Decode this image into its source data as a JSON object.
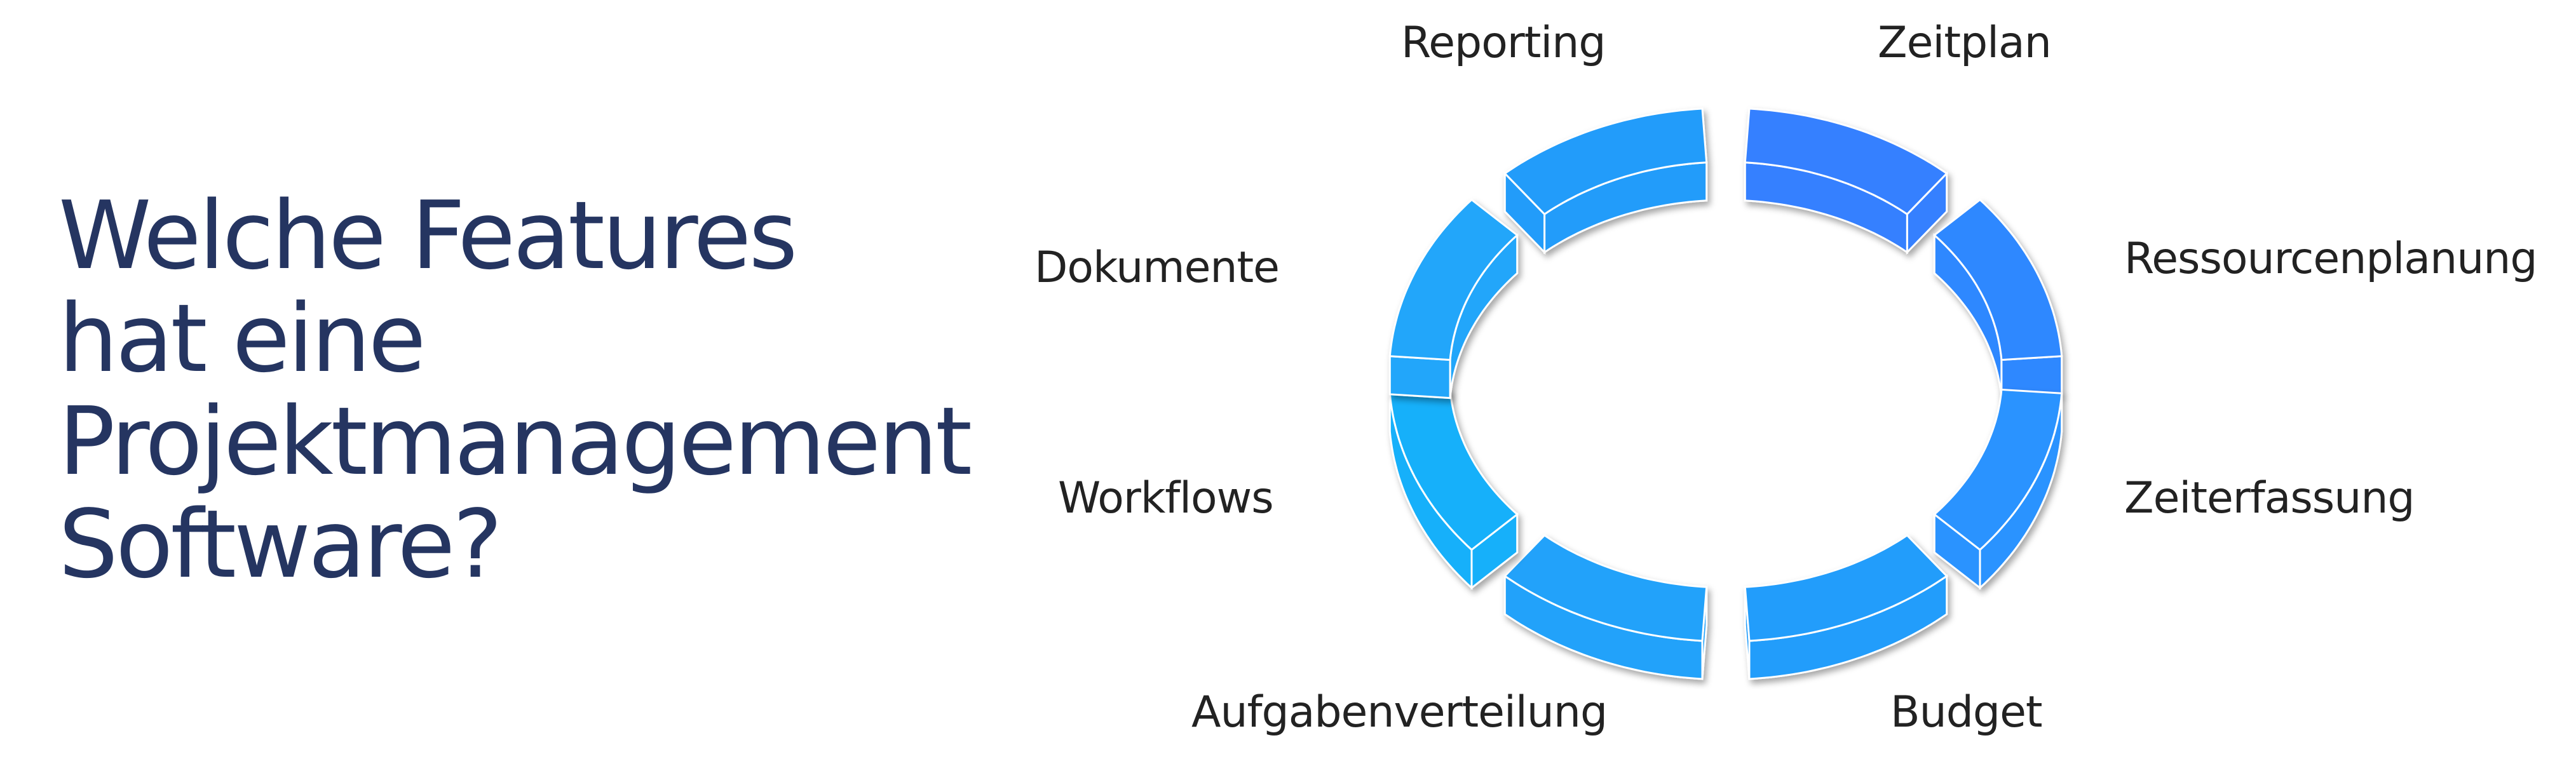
{
  "title": {
    "lines": [
      "Welche Features",
      "hat eine",
      "Projektmanagement",
      "Software?"
    ],
    "color": "#253561"
  },
  "cycle": {
    "items": [
      {
        "label": "Zeitplan",
        "color": "#3580FF"
      },
      {
        "label": "Ressourcenplanung",
        "color": "#2F88FF"
      },
      {
        "label": "Zeiterfassung",
        "color": "#2A93FF"
      },
      {
        "label": "Budget",
        "color": "#239DFB"
      },
      {
        "label": "Aufgabenverteilung",
        "color": "#24A2FA"
      },
      {
        "label": "Workflows",
        "color": "#16B0FA"
      },
      {
        "label": "Dokumente",
        "color": "#22A6FA"
      },
      {
        "label": "Reporting",
        "color": "#249CFA"
      }
    ]
  }
}
